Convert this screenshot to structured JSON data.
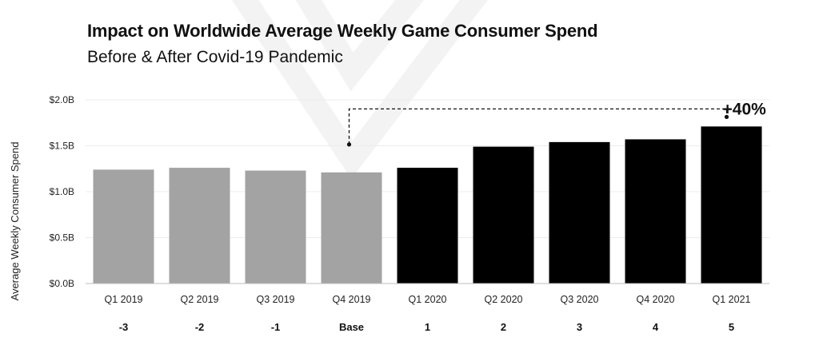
{
  "header": {
    "title": "Impact on Worldwide Average Weekly Game Consumer Spend",
    "subtitle": "Before & After Covid-19 Pandemic"
  },
  "chart_data": {
    "type": "bar",
    "title": "Impact on Worldwide Average Weekly Game Consumer Spend",
    "subtitle": "Before & After Covid-19 Pandemic",
    "xlabel": "",
    "ylabel": "Average Weekly Consumer Spend",
    "ylim": [
      0,
      2.0
    ],
    "yticks": [
      0,
      0.5,
      1.0,
      1.5,
      2.0
    ],
    "ytick_labels": [
      "$0.0B",
      "$0.5B",
      "$1.0B",
      "$1.5B",
      "$2.0B"
    ],
    "categories": [
      "Q1 2019",
      "Q2 2019",
      "Q3 2019",
      "Q4 2019",
      "Q1 2020",
      "Q2 2020",
      "Q3 2020",
      "Q4 2020",
      "Q1 2021"
    ],
    "quarter_index": [
      "-3",
      "-2",
      "-1",
      "Base",
      "1",
      "2",
      "3",
      "4",
      "5"
    ],
    "values": [
      1.24,
      1.26,
      1.23,
      1.21,
      1.26,
      1.49,
      1.54,
      1.57,
      1.71
    ],
    "bar_colors": [
      "#a3a3a3",
      "#a3a3a3",
      "#a3a3a3",
      "#a3a3a3",
      "#000000",
      "#000000",
      "#000000",
      "#000000",
      "#000000"
    ],
    "grid": true,
    "annotation": {
      "text": "+40%",
      "from_category": "Q4 2019",
      "to_category": "Q1 2021",
      "style": "dashed bracket"
    }
  }
}
